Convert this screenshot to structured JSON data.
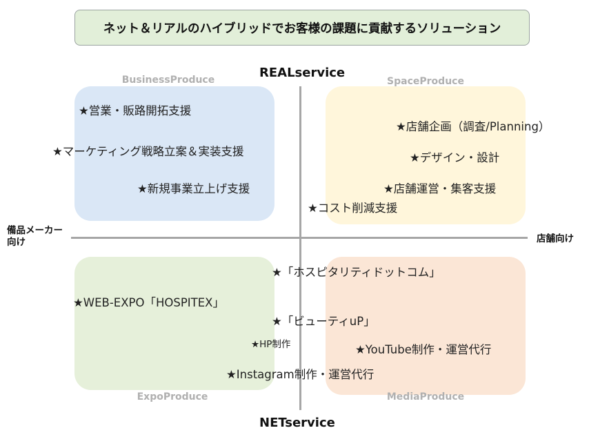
{
  "title": "ネット＆リアルのハイブリッドでお客様の課題に貢献するソリューション",
  "axes": {
    "top": "REALservice",
    "bottom": "NETservice",
    "left_line1": "備品メーカー",
    "left_line2": "向け",
    "right": "店舗向け"
  },
  "quadrants": {
    "top_left": "BusinessProduce",
    "top_right": "SpaceProduce",
    "bottom_left": "ExpoProduce",
    "bottom_right": "MediaProduce"
  },
  "items": {
    "sales_support": "★営業・販路開拓支援",
    "marketing": "★マーケティング戦略立案＆実装支援",
    "new_business": "★新規事業立上げ支援",
    "store_planning": "★店舗企画（調査/Planning）",
    "design": "★デザイン・設計",
    "store_operation": "★店舗運営・集客支援",
    "cost_reduction": "★コスト削減支援",
    "hospitality_dotcom": "★「ホスピタリティドットコム」",
    "web_expo": "★WEB-EXPO「HOSPITEX」",
    "beauty_up": "★「ビューティuP」",
    "hp_production": "★HP制作",
    "youtube": "★YouTube制作・運営代行",
    "instagram": "★Instagram制作・運営代行"
  },
  "colors": {
    "title_bg": "#e2efd9",
    "business_bg": "#dae7f6",
    "space_bg": "#fff6db",
    "expo_bg": "#e6f0da",
    "media_bg": "#fbe6d6",
    "axis": "#a6a6a6"
  }
}
